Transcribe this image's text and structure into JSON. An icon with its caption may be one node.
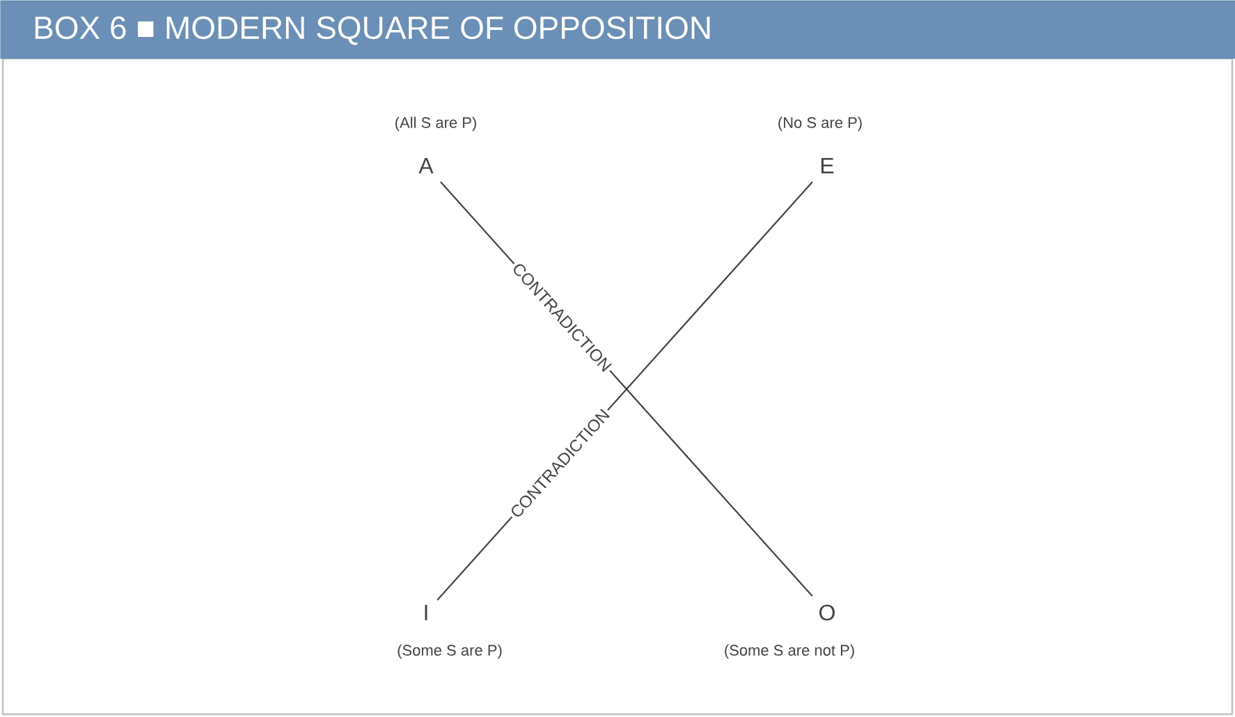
{
  "diagram": {
    "title": "BOX 6 ■ MODERN SQUARE OF OPPOSITION",
    "nodes": [
      {
        "text": [
          "A"
        ],
        "beside": [
          "(All S are P)"
        ]
      },
      {
        "text": [
          "E"
        ],
        "beside": [
          "(No S are P)"
        ]
      },
      {
        "text": [
          "I"
        ],
        "beside": [
          "(Some S are P)"
        ]
      },
      {
        "text": [
          "O"
        ],
        "beside": [
          "(Some S are not P)"
        ]
      }
    ],
    "edges": [
      {
        "from": 0,
        "to": 3,
        "arrow": "none",
        "label": "CONTRADICTION"
      },
      {
        "from": 2,
        "to": 1,
        "arrow": "none",
        "label": "CONTRADICTION"
      }
    ]
  }
}
